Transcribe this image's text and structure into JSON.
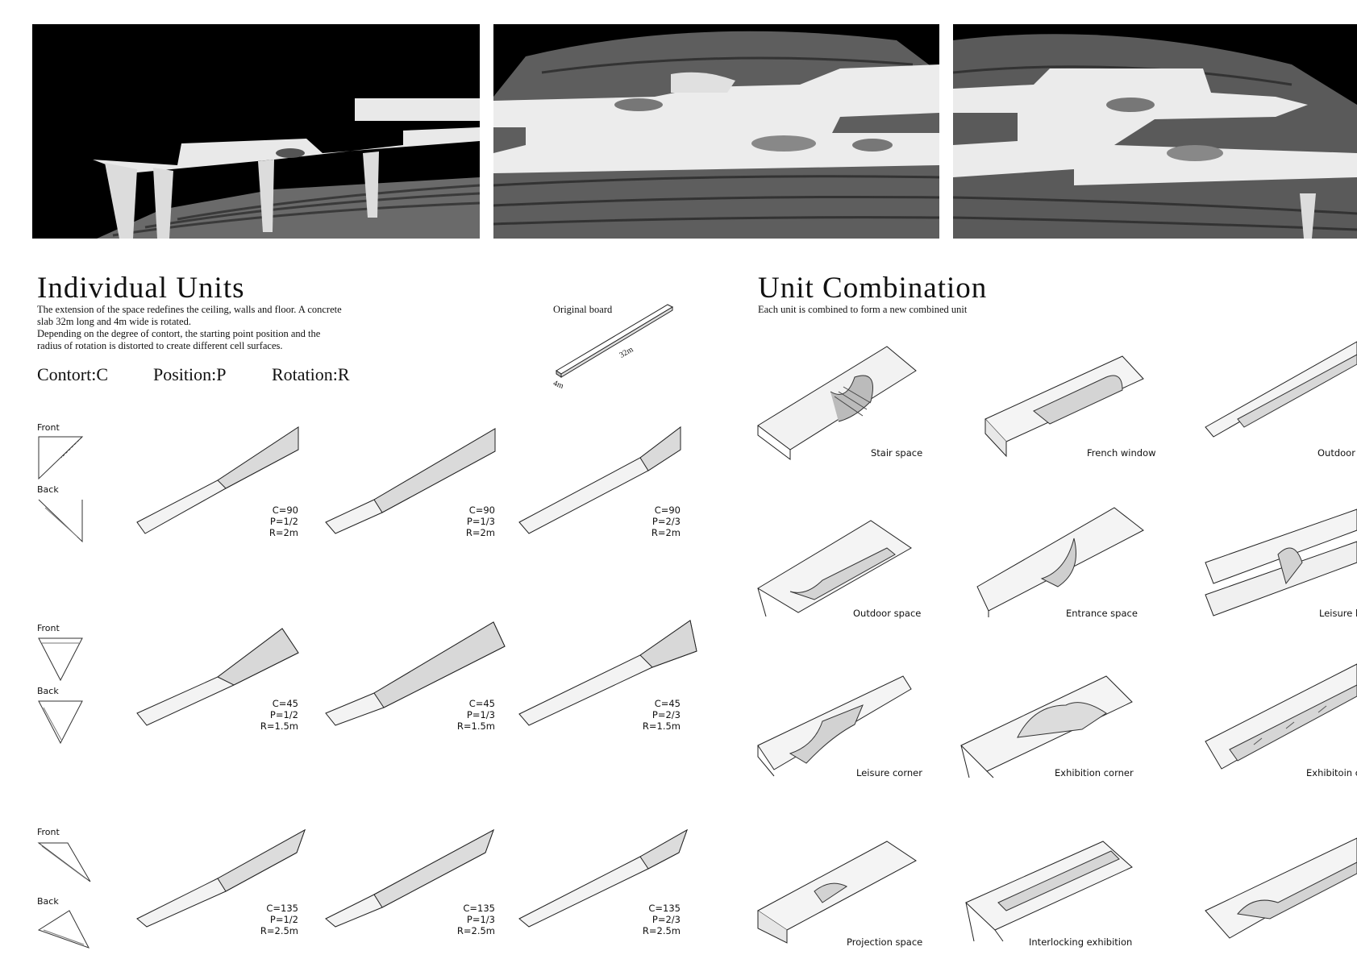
{
  "individual_units": {
    "title": "Individual Units",
    "description_line1": "The extension of the space redefines the ceiling, walls and floor. A concrete",
    "description_line2": "slab 32m long and 4m wide is rotated.",
    "description_line3": "Depending on the degree of contort, the starting point position and the",
    "description_line4": "radius of rotation is distorted to create different cell surfaces.",
    "legend_c": "Contort:C",
    "legend_p": "Position:P",
    "legend_r": "Rotation:R",
    "original_board": {
      "label": "Original board",
      "length": "32m",
      "width": "4m"
    },
    "view_front": "Front",
    "view_back": "Back",
    "rows": [
      {
        "units": [
          {
            "c": "C=90",
            "p": "P=1/2",
            "r": "R=2m"
          },
          {
            "c": "C=90",
            "p": "P=1/3",
            "r": "R=2m"
          },
          {
            "c": "C=90",
            "p": "P=2/3",
            "r": "R=2m"
          }
        ]
      },
      {
        "units": [
          {
            "c": "C=45",
            "p": "P=1/2",
            "r": "R=1.5m"
          },
          {
            "c": "C=45",
            "p": "P=1/3",
            "r": "R=1.5m"
          },
          {
            "c": "C=45",
            "p": "P=2/3",
            "r": "R=1.5m"
          }
        ]
      },
      {
        "units": [
          {
            "c": "C=135",
            "p": "P=1/2",
            "r": "R=2.5m"
          },
          {
            "c": "C=135",
            "p": "P=1/3",
            "r": "R=2.5m"
          },
          {
            "c": "C=135",
            "p": "P=2/3",
            "r": "R=2.5m"
          }
        ]
      }
    ]
  },
  "unit_combination": {
    "title": "Unit Combination",
    "subtitle": "Each unit is combined to form a new combined unit",
    "captions": [
      "Stair space",
      "French window",
      "Outdoor",
      "Outdoor space",
      "Entrance space",
      "Leisure b",
      "Leisure corner",
      "Exhibition corner",
      "Exhibitoin c",
      "Projection space",
      "Interlocking exhibition",
      ""
    ]
  }
}
